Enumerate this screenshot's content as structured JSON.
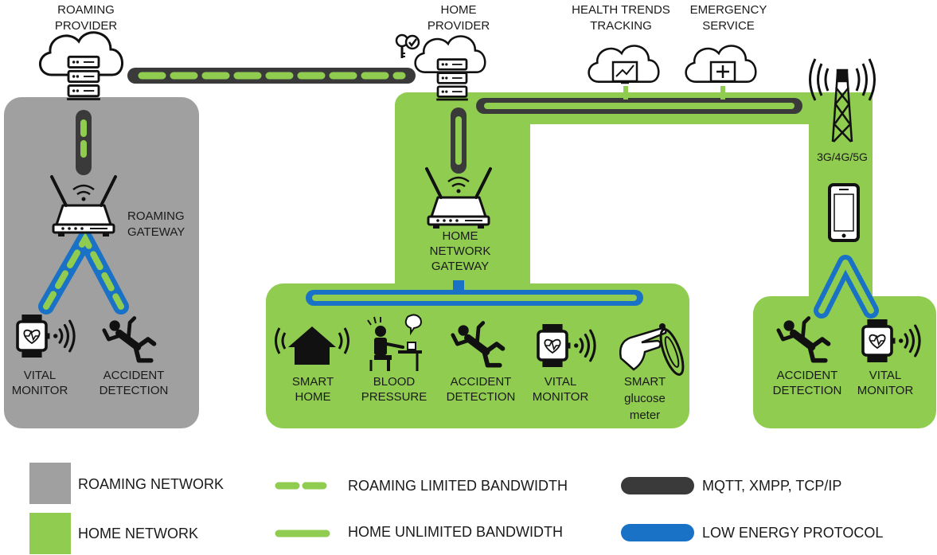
{
  "colors": {
    "roaming_network": "#a0a0a0",
    "home_network": "#8fcc4f",
    "dashed_green": "#8fcc4f",
    "solid_green": "#8fcc4f",
    "mqtt": "#3a3a3a",
    "low_energy": "#1a72c6"
  },
  "nodes": {
    "roaming_provider": [
      "ROAMING",
      "PROVIDER"
    ],
    "home_provider": [
      "HOME",
      "PROVIDER"
    ],
    "health_trends": [
      "HEALTH TRENDS",
      "TRACKING"
    ],
    "emergency_service": [
      "EMERGENCY",
      "SERVICE"
    ],
    "cell_tower": [
      "3G/4G/5G"
    ],
    "roaming_gateway": [
      "ROAMING",
      "GATEWAY"
    ],
    "home_gateway": [
      "HOME",
      "NETWORK",
      "GATEWAY"
    ],
    "roam_vital": [
      "VITAL",
      "MONITOR"
    ],
    "roam_accident": [
      "ACCIDENT",
      "DETECTION"
    ],
    "home_smart_home": [
      "SMART",
      "HOME"
    ],
    "home_blood": [
      "BLOOD",
      "PRESSURE"
    ],
    "home_accident": [
      "ACCIDENT",
      "DETECTION"
    ],
    "home_vital": [
      "VITAL",
      "MONITOR"
    ],
    "home_glucose": [
      "SMART",
      "glucose",
      "meter"
    ],
    "mobile_accident": [
      "ACCIDENT",
      "DETECTION"
    ],
    "mobile_vital": [
      "VITAL",
      "MONITOR"
    ]
  },
  "legend": {
    "roaming_network": "ROAMING NETWORK",
    "home_network": "HOME NETWORK",
    "roaming_limited": "ROAMING LIMITED BANDWIDTH",
    "home_unlimited": "HOME UNLIMITED BANDWIDTH",
    "mqtt": "MQTT, XMPP, TCP/IP",
    "low_energy": "LOW ENERGY PROTOCOL"
  }
}
